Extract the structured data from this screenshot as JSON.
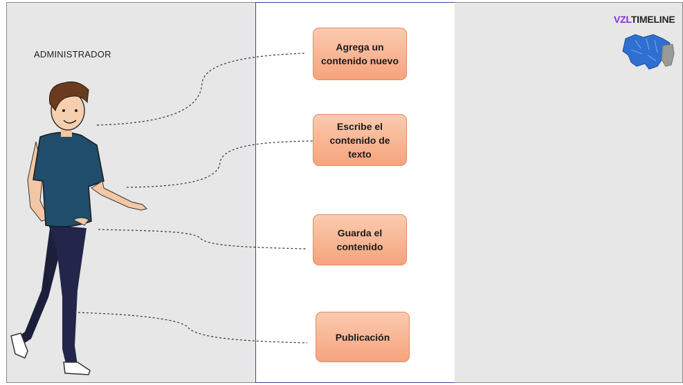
{
  "actor": {
    "label": "ADMINISTRADOR"
  },
  "steps": [
    {
      "label": "Agrega un contenido nuevo"
    },
    {
      "label": "Escribe el contenido de texto"
    },
    {
      "label": "Guarda el contenido"
    },
    {
      "label": "Publicación"
    }
  ],
  "logo": {
    "prefix": "VZL",
    "suffix": "TIMELINE"
  },
  "colors": {
    "step_fill_top": "#fbcbb0",
    "step_fill_bottom": "#f6a37c",
    "step_border": "#e08a64",
    "logo_accent": "#8a2be2",
    "map": "#2f6fd0"
  },
  "icons": {
    "actor": "person-walking-illustration",
    "logo": "venezuela-map-icon"
  }
}
